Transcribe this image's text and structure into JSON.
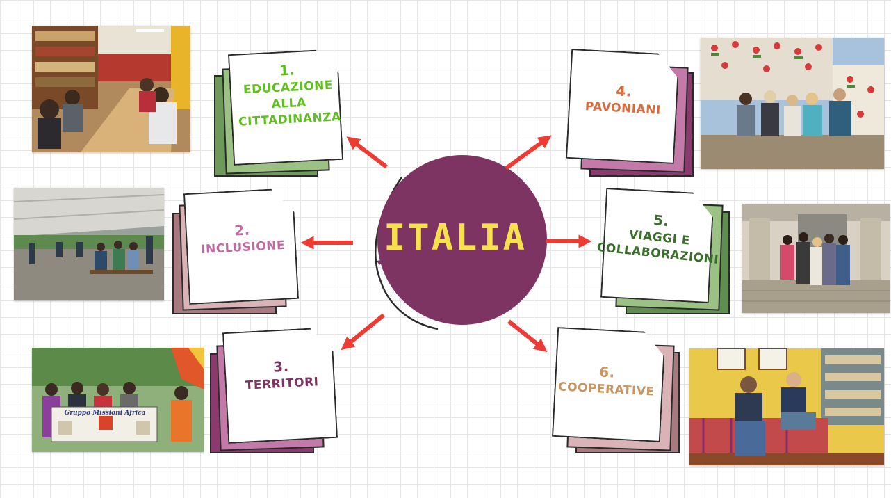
{
  "center": {
    "title": "ITALIA",
    "circle_color": "#7e3462",
    "title_color": "#f6e04d"
  },
  "arrow_color": "#ee3b33",
  "topics": [
    {
      "number": "1.",
      "title": "EDUCAZIONE\nALLA\nCITTADINANZA",
      "color": "#5fbf1e",
      "sheet_colors": [
        "#6d9a5a",
        "#9cc184"
      ]
    },
    {
      "number": "2.",
      "title": "INCLUSIONE",
      "color": "#c06aa3",
      "sheet_colors": [
        "#a8797e",
        "#d9b3b6"
      ]
    },
    {
      "number": "3.",
      "title": "TERRITORI",
      "color": "#7e3462",
      "sheet_colors": [
        "#8b3a6e",
        "#c47aa8"
      ]
    },
    {
      "number": "4.",
      "title": "PAVONIANI",
      "color": "#d86a3c",
      "sheet_colors": [
        "#8b3a6e",
        "#c47aa8"
      ]
    },
    {
      "number": "5.",
      "title": "VIAGGI E\nCOLLABORAZIONI",
      "color": "#3b6e2c",
      "sheet_colors": [
        "#5e8f4e",
        "#9cc184"
      ]
    },
    {
      "number": "6.",
      "title": "COOPERATIVE",
      "color": "#c9945e",
      "sheet_colors": [
        "#a8797e",
        "#d9b3b6"
      ]
    }
  ],
  "photos": {
    "banner_text": "Gruppo Missioni Africa"
  }
}
